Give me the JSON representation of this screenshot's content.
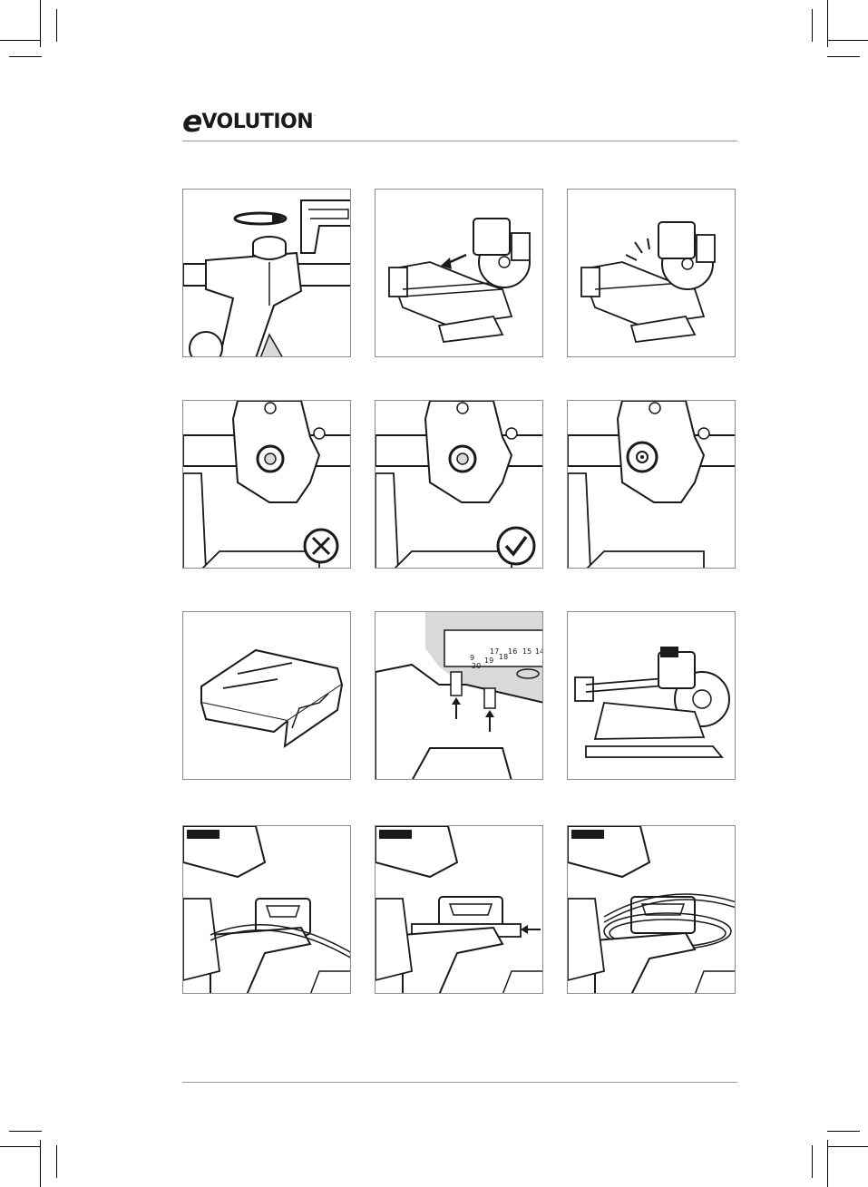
{
  "brand": {
    "logo_text": "EVOLUTION",
    "logo_lead_letter": "e",
    "logo_rest": "VOLUTION",
    "trademark": "."
  },
  "colors": {
    "ink": "#1a1a1a",
    "frame": "#8c8c8c",
    "shade": "#d9d9d9"
  },
  "figures": [
    {
      "id": "knob-rotate",
      "icon": "rotate-arrow-icon"
    },
    {
      "id": "slide-saw-back",
      "icon": "arrow-left-icon"
    },
    {
      "id": "saw-locked",
      "icon": "click-lines-icon"
    },
    {
      "id": "pin-incorrect",
      "icon": "cross-circle-icon"
    },
    {
      "id": "pin-correct",
      "icon": "check-circle-icon"
    },
    {
      "id": "pin-detail",
      "icon": "circle-highlight-icon"
    },
    {
      "id": "support-part",
      "icon": "part-icon"
    },
    {
      "id": "fence-screws",
      "icon": "arrow-up-icon"
    },
    {
      "id": "saw-complete",
      "icon": "saw-icon"
    },
    {
      "id": "handle-view-1",
      "icon": "cable-icon"
    },
    {
      "id": "handle-view-2",
      "icon": "arrow-left-icon"
    },
    {
      "id": "handle-view-3",
      "icon": "cable-icon"
    }
  ],
  "fence_scale": [
    "9",
    "17",
    "16",
    "15",
    "14",
    "20",
    "19",
    "18"
  ]
}
